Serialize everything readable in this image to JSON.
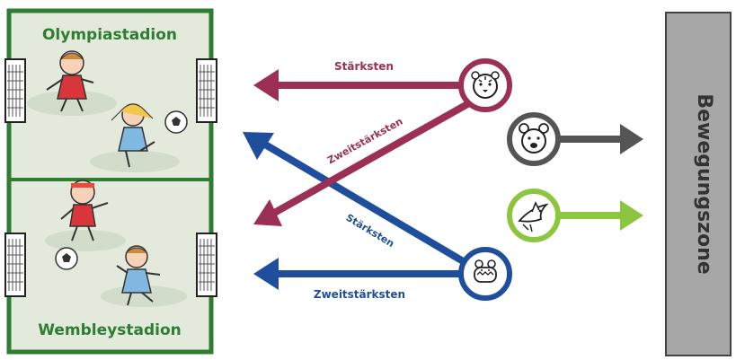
{
  "colors": {
    "field_green": "#2e7d32",
    "field_fill": "#e3eadc",
    "strongest": "#9b2f55",
    "second_strongest": "#1f4e9c",
    "bear": "#555555",
    "shark": "#8cc63f",
    "zone_fill": "#a7a7a7"
  },
  "field": {
    "top_stadium": "Olympiastadion",
    "bottom_stadium": "Wembleystadion"
  },
  "arrows": {
    "tiger_strongest": "Stärksten",
    "tiger_second": "Zweitstärksten",
    "croc_strongest": "Stärksten",
    "croc_second": "Zweitstärksten"
  },
  "animals": {
    "tiger": "tiger-icon",
    "bear": "bear-icon",
    "shark": "shark-icon",
    "crocodile": "crocodile-icon"
  },
  "zone": {
    "label": "Bewegungszone"
  }
}
